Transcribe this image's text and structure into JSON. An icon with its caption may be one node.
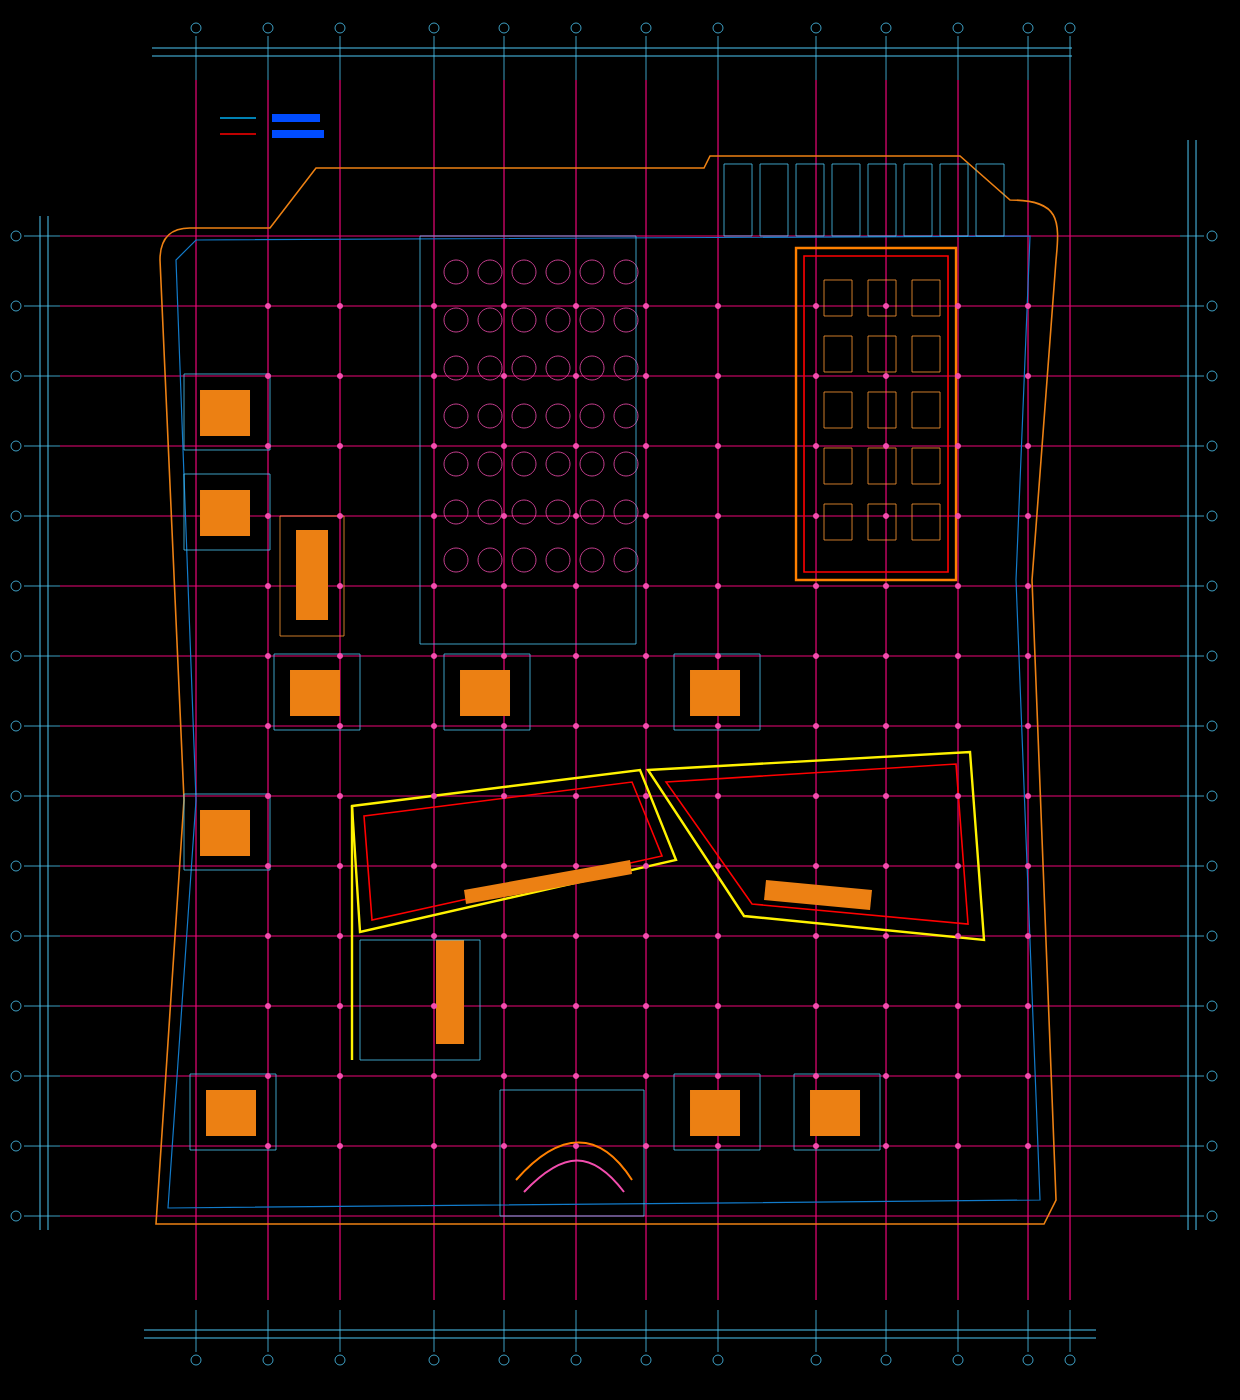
{
  "diagram": {
    "nodes": [
      {
        "text": [],
        "shape": "circle"
      },
      {
        "text": [],
        "shape": "circle"
      },
      {
        "text": [],
        "shape": "circle"
      },
      {
        "text": [],
        "shape": "circle"
      },
      {
        "text": [],
        "shape": "circle"
      },
      {
        "text": [],
        "shape": "circle"
      },
      {
        "text": [],
        "shape": "circle"
      },
      {
        "text": [],
        "shape": "circle"
      },
      {
        "text": [],
        "shape": "circle"
      },
      {
        "text": [],
        "shape": "circle"
      },
      {
        "text": [],
        "shape": "circle"
      },
      {
        "text": [],
        "shape": "circle"
      },
      {
        "text": [],
        "shape": "circle"
      },
      {
        "text": [],
        "shape": "circle"
      },
      {
        "text": [],
        "shape": "circle"
      },
      {
        "text": [],
        "shape": "circle"
      },
      {
        "text": [],
        "shape": "circle"
      },
      {
        "text": [],
        "shape": "circle"
      },
      {
        "text": [],
        "shape": "circle"
      },
      {
        "text": [],
        "shape": "circle"
      },
      {
        "text": [],
        "shape": "circle"
      },
      {
        "text": [],
        "shape": "circle"
      },
      {
        "text": [],
        "shape": "circle"
      },
      {
        "text": [],
        "shape": "circle"
      },
      {
        "text": [],
        "shape": "circle"
      },
      {
        "text": [],
        "shape": "circle"
      },
      {
        "text": [],
        "shape": "circle"
      },
      {
        "text": [],
        "shape": "circle"
      },
      {
        "text": [],
        "shape": "circle"
      },
      {
        "text": [],
        "shape": "circle"
      },
      {
        "text": [],
        "shape": "circle"
      },
      {
        "text": [],
        "shape": "circle"
      },
      {
        "text": [],
        "shape": "circle"
      },
      {
        "text": [],
        "shape": "circle"
      },
      {
        "text": [],
        "shape": "circle"
      },
      {
        "text": [],
        "shape": "circle"
      },
      {
        "text": [],
        "shape": "circle"
      },
      {
        "text": [],
        "shape": "circle"
      },
      {
        "text": [],
        "shape": "circle"
      },
      {
        "text": [],
        "shape": "circle"
      },
      {
        "text": [],
        "shape": "circle"
      },
      {
        "text": [],
        "shape": "circle"
      },
      {
        "text": [],
        "shape": "circle"
      },
      {
        "text": [],
        "shape": "circle"
      },
      {
        "text": [],
        "shape": "circle"
      },
      {
        "text": [],
        "shape": "circle"
      },
      {
        "text": [],
        "shape": "circle"
      },
      {
        "text": [],
        "shape": "circle"
      },
      {
        "text": [],
        "shape": "circle"
      },
      {
        "text": [],
        "shape": "circle"
      },
      {
        "text": [],
        "shape": "circle"
      },
      {
        "text": [],
        "shape": "circle"
      },
      {
        "text": [],
        "shape": "circle"
      },
      {
        "text": [],
        "shape": "circle"
      },
      {
        "text": [],
        "shape": "circle"
      },
      {
        "text": [],
        "shape": "circle"
      }
    ]
  }
}
